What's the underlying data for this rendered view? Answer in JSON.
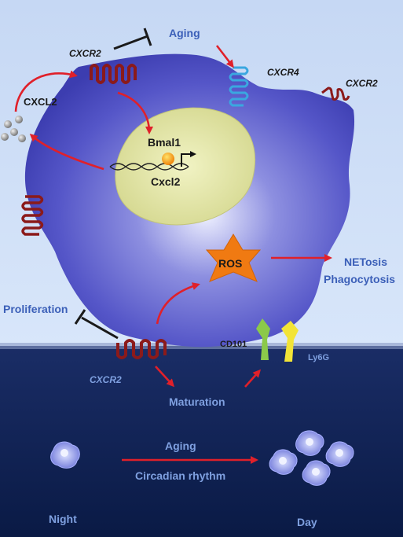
{
  "labels": {
    "aging_top": "Aging",
    "cxcr2_top": "CXCR2",
    "cxcr4": "CXCR4",
    "cxcr2_right": "CXCR2",
    "cxcl2": "CXCL2",
    "bmal1": "Bmal1",
    "cxcl2_gene": "Cxcl2",
    "ros": "ROS",
    "netosis": "NETosis",
    "phagocytosis": "Phagocytosis",
    "proliferation": "Proliferation",
    "cd101": "CD101",
    "ly6g": "Ly6G",
    "cxcr2_bottom": "CXCR2",
    "maturation": "Maturation",
    "aging_bottom": "Aging",
    "circadian": "Circadian rhythm",
    "night": "Night",
    "day": "Day"
  },
  "colors": {
    "top_background": "#c9dcf6",
    "bottom_background": "#10245a",
    "cell_body": "#5355c6",
    "nucleus": "#e3e6a8",
    "arrow_red": "#e0202a",
    "inhibit_black": "#1a1a1a",
    "receptor_dark_red": "#8b1a1a",
    "cxcr4_blue": "#3aa7e0",
    "ros_orange": "#f07a12",
    "cd101_green": "#8bc94a",
    "ly6g_yellow": "#f2e437",
    "label_blue": "#3b5fb8",
    "label_light_blue": "#7fa0e0"
  }
}
